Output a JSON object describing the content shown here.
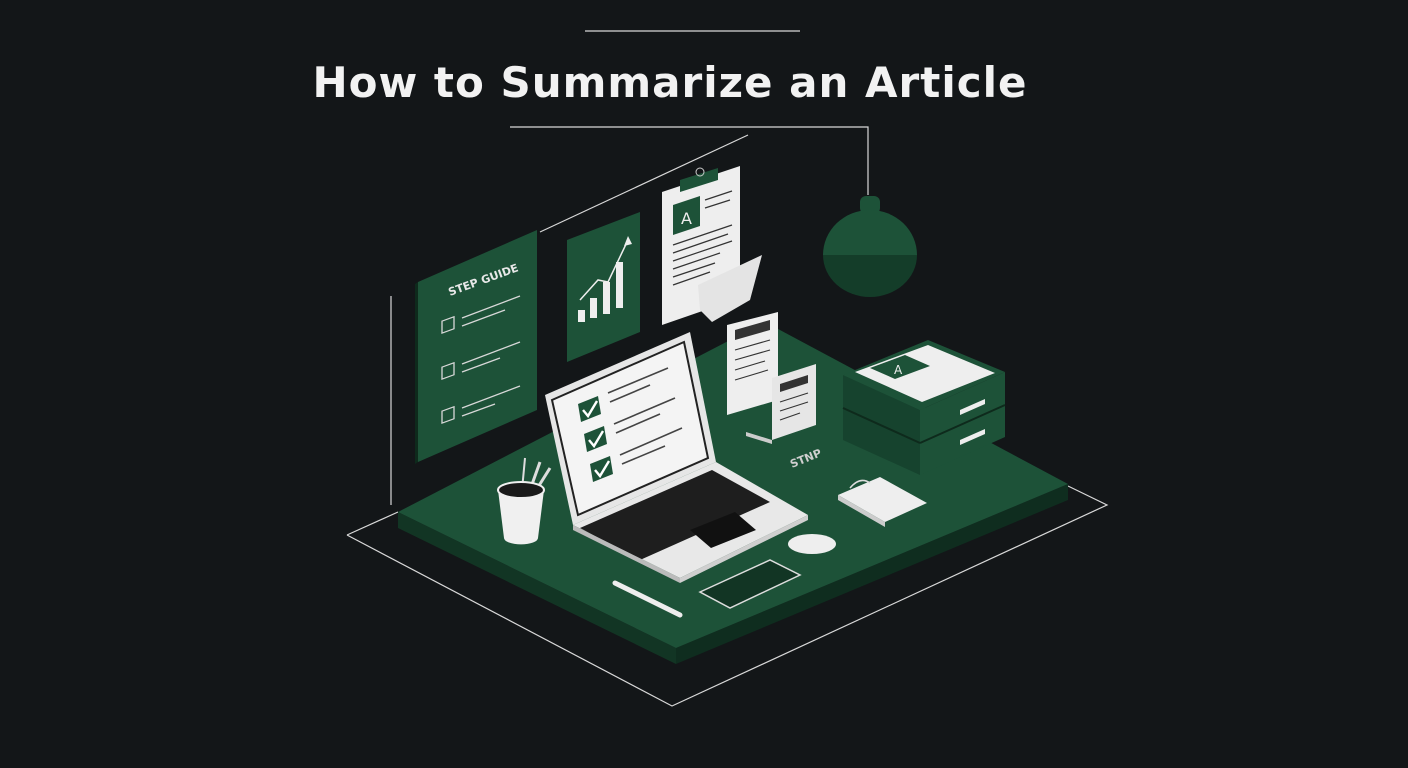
{
  "title": "How to Summarize an Article",
  "illustration": {
    "panel_heading": "STEP GUIDE",
    "document_letter": "A",
    "stack_letter": "A",
    "desk_label": "STNP"
  },
  "colors": {
    "background": "#131618",
    "green": "#1d5238",
    "green_dark": "#123524",
    "paper": "#eeeeee"
  }
}
